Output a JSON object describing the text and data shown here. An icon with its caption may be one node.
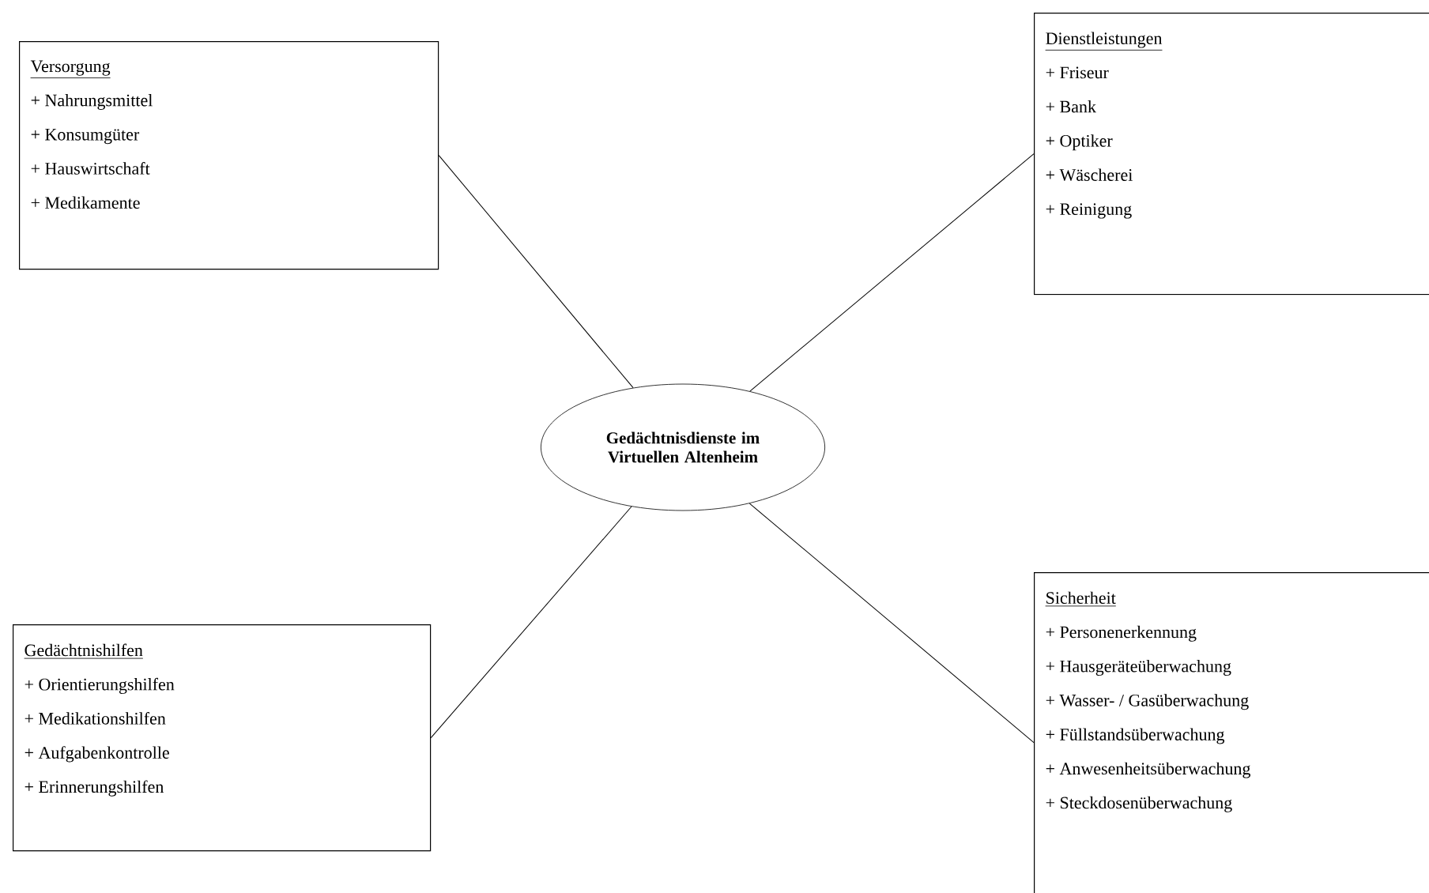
{
  "diagram": {
    "nodes": [
      {
        "text": [
          "Gedächtnisdienste im Virtuellen Altenheim"
        ]
      },
      {
        "text": [
          "Versorgung",
          "+ Nahrungsmittel",
          "+ Konsumgüter",
          "+ Hauswirtschaft",
          "+ Medikamente"
        ]
      },
      {
        "text": [
          "Dienstleistungen",
          "+ Friseur",
          "+ Bank",
          "+ Optiker",
          "+ Wäscherei",
          "+ Reinigung"
        ]
      },
      {
        "text": [
          "Gedächtnishilfen",
          "+ Orientierungshilfen",
          "+ Medikationshilfen",
          "+ Aufgabenkontrolle",
          "+ Erinnerungshilfen"
        ]
      },
      {
        "text": [
          "Sicherheit",
          "+ Personenerkennung",
          "+ Hausgeräteüberwachung",
          "+ Wasser- / Gasüberwachung",
          "+ Füllstandsüberwachung",
          "+ Anwesenheitsüberwachung",
          "+ Steckdosenüberwachung"
        ]
      }
    ],
    "edges": [
      {
        "from": 0,
        "to": 1,
        "arrow": "none"
      },
      {
        "from": 0,
        "to": 2,
        "arrow": "none"
      },
      {
        "from": 0,
        "to": 3,
        "arrow": "none"
      },
      {
        "from": 0,
        "to": 4,
        "arrow": "none"
      }
    ]
  }
}
